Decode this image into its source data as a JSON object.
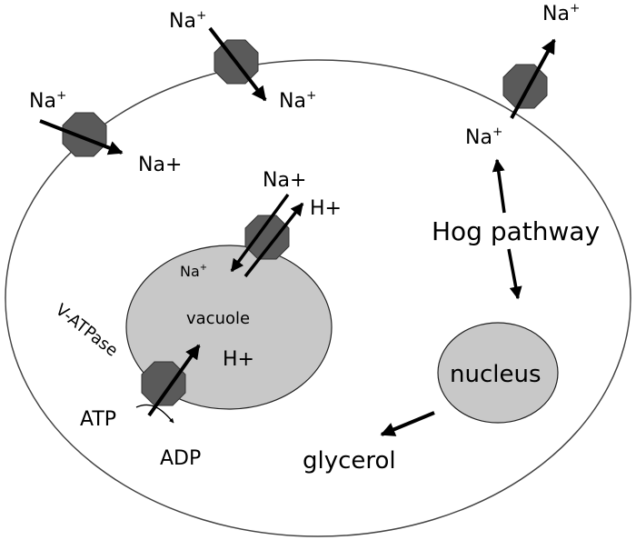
{
  "labels": {
    "na_top_mid_in": "Na",
    "na_top_mid_in_sup": "+",
    "na_top_mid_out": "Na",
    "na_top_mid_out_sup": "+",
    "na_top_left_in": "Na",
    "na_top_left_in_sup": "+",
    "na_top_left_out": "Na+",
    "na_top_right_out": "Na",
    "na_top_right_out_sup": "+",
    "na_top_right_in": "Na",
    "na_top_right_in_sup": "+",
    "antiporter_na": "Na+",
    "antiporter_h": "H+",
    "vacuole_na": "Na",
    "vacuole_na_sup": "+",
    "vacuole": "vacuole",
    "vacuole_h": "H+",
    "v_atpase": "V-ATPase",
    "atp": "ATP",
    "adp": "ADP",
    "hog_pathway": "Hog pathway",
    "nucleus": "nucleus",
    "glycerol": "glycerol"
  },
  "colors": {
    "background": "#ffffff",
    "cell_fill": "#ffffff",
    "cell_stroke": "#444444",
    "organelle_fill": "#c8c8c8",
    "transporter_fill": "#5a5a5a",
    "arrow": "#000000"
  },
  "icons": {
    "transporter": "octagon-channel-icon",
    "arrow": "arrow-icon"
  }
}
